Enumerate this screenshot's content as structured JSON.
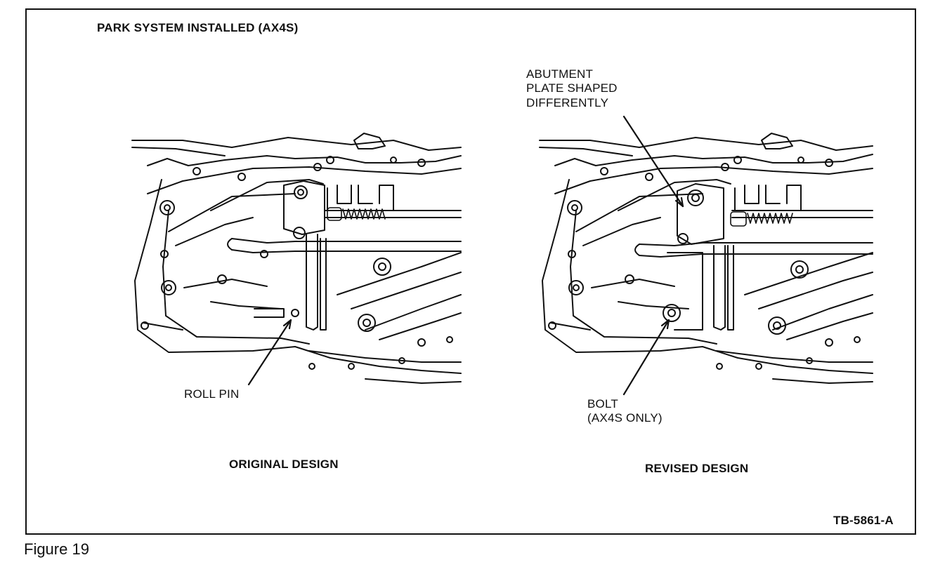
{
  "figure": {
    "title": "PARK SYSTEM INSTALLED (AX4S)",
    "caption": "Figure 19",
    "ref_code": "TB-5861-A"
  },
  "left_panel": {
    "design_label": "ORIGINAL DESIGN",
    "callouts": [
      {
        "text": "ROLL PIN"
      }
    ]
  },
  "right_panel": {
    "design_label": "REVISED DESIGN",
    "callouts": [
      {
        "lines": [
          "ABUTMENT",
          "PLATE SHAPED",
          "DIFFERENTLY"
        ]
      },
      {
        "lines": [
          "BOLT",
          "(AX4S ONLY)"
        ]
      }
    ]
  }
}
